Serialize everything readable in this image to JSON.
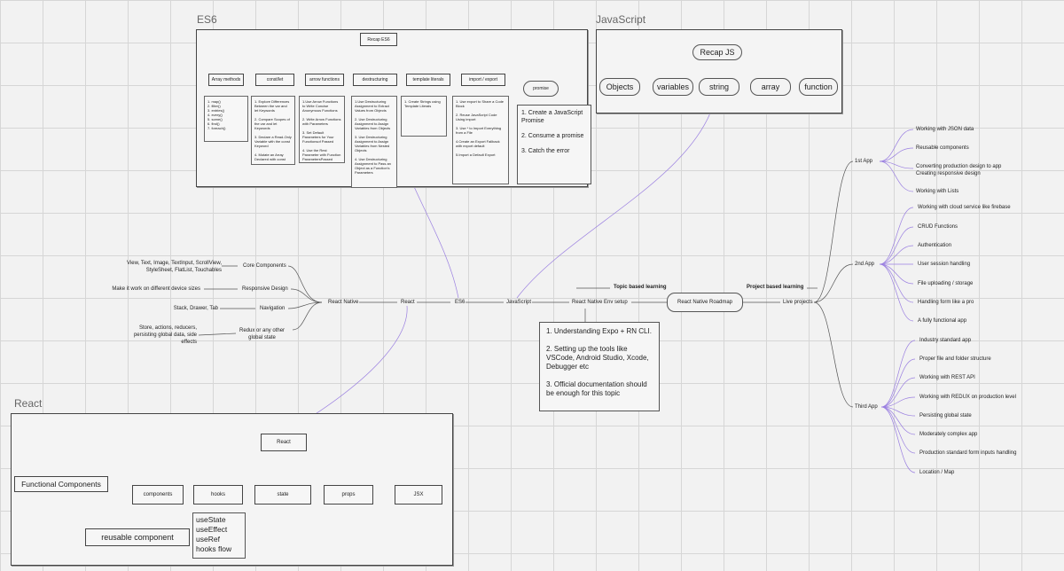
{
  "es6": {
    "title": "ES6",
    "recap": "Recap ES6",
    "topics": [
      "Array methods",
      "const/let",
      "arrow functions",
      "destructuring",
      "template literals",
      "import / export",
      "promise"
    ],
    "notes": {
      "array": "1. map()\n2. filter()\n3. entries()\n4. every()\n5. some()\n6. find()\n7. foreach()",
      "constlet": "1. Explore Differences Between the var and let Keywords\n\n2. Compare Scopes of the var and let Keywords\n\n3. Declare a Read-Only Variable with the const Keyword\n\n4. Mutate an Array Declared with const",
      "arrow": "1.Use Arrow Functions to Write Concise Anonymous Functions\n\n2. Write Arrow Functions with Parameters\n\n3. Set Default Parameters for Your Functionsof Passed\n\n4. Use the Rest Parameter with Function ParametersPassed",
      "destructuring": "1.Use Destructuring Assignment to Extract Values from Objects\n\n2. Use Destructuring Assignment to Assign Variables from Objects\n\n3. Use Destructuring Assignment to Assign Variables from Nested Objects\n\n4. Use Destructuring Assignment to Pass an Object as a Function's Parameters",
      "template": "1. Create Strings using Template Literals",
      "import": "1. Use export to Share a Code Block\n\n2. Reuse JavaScript Code Using import\n\n3. Use * to Import Everything from a File\n\n4.Create an Export Fallback with export default\n\n5.Import a Default Export",
      "promise": [
        "1. Create a JavaScript Promise",
        "2. Consume a promise",
        "3. Catch the error"
      ]
    }
  },
  "js": {
    "title": "JavaScript",
    "recap": "Recap JS",
    "topics": [
      "Objects",
      "variables",
      "string",
      "array",
      "function"
    ]
  },
  "react": {
    "title": "React",
    "root": "React",
    "topics": [
      "components",
      "hooks",
      "state",
      "props",
      "JSX"
    ],
    "functional": "Functional Components",
    "reusable": "reusable component",
    "hooks_list": [
      "useState",
      "useEffect",
      "useRef",
      "hooks flow"
    ]
  },
  "spine": {
    "react_native": "React Native",
    "react": "React",
    "es6": "ES6",
    "javascript": "JavaScript",
    "env_setup": "React Native Env setup",
    "roadmap": "React Native Roadmap",
    "live": "Live projects",
    "topic_based": "Topic based learning",
    "project_based": "Project based learning"
  },
  "left": {
    "core": "Core Components",
    "core_detail": [
      "View, Text, Image,  TextInput, ScrollView,",
      "StyleSheet,  FlatList, Touchables"
    ],
    "responsive": "Responsive Design",
    "responsive_detail": "Make it work on different device sizes",
    "navigation": "Navigation",
    "navigation_detail": "Stack, Drawer, Tab",
    "redux": [
      "Redux or any other",
      "global state"
    ],
    "redux_detail": [
      "Store, actions, reducers,",
      "persisting global data, side",
      "effects"
    ]
  },
  "env_notes": [
    "1. Understanding Expo + RN CLI.",
    "2. Setting up the tools like VSCode, Android Studio, Xcode, Debugger etc",
    "3. Official documentation should be enough for this topic"
  ],
  "apps": {
    "first": "1st App",
    "second": "2nd App",
    "third": "Third App",
    "first_items": [
      "Working with JSON data",
      "Reusable components",
      "Converting production design to app",
      "Creating responsive design",
      "Working with Lists"
    ],
    "second_items": [
      "Working with cloud service like firebase",
      "CRUD Functions",
      "Authentication",
      "User session handling",
      "File uploading / storage",
      "Handling form like a pro",
      "A fully functional app"
    ],
    "third_items": [
      "Industry standard app",
      "Proper file and folder structure",
      "Working with REST API",
      "Working with REDUX on production level",
      "Persisting global state",
      "Moderately complex app",
      "Production standard form inputs handling",
      "Location / Map"
    ]
  }
}
